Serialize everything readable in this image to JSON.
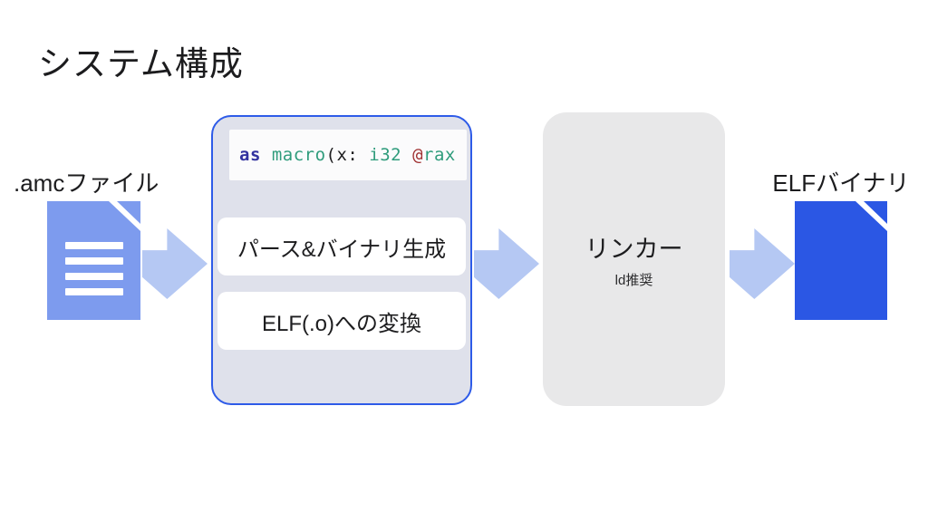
{
  "title": "システム構成",
  "input": {
    "label": ".amcファイル"
  },
  "assembler": {
    "code": {
      "keyword": "as",
      "function": " macro",
      "punctuation": "(x: ",
      "type": "i32 ",
      "at": "@",
      "register": "rax"
    },
    "steps": [
      "パース&バイナリ生成",
      "ELF(.o)への変換"
    ]
  },
  "linker": {
    "label": "リンカー",
    "sublabel": "ld推奨"
  },
  "output": {
    "label": "ELFバイナリ"
  },
  "icons": {
    "input": "document-with-lines-icon",
    "output": "document-icon",
    "flow": "right-arrow-icon"
  },
  "colors": {
    "background": "#ffffff",
    "text": "#1d1d1f",
    "assembler_border": "#2e5be8",
    "assembler_fill": "#dfe1eb",
    "step_fill": "#ffffff",
    "code_box_fill": "#fbfbfc",
    "arrow": "#b5c8f3",
    "input_icon": "#7d9bee",
    "output_icon": "#2b57e4",
    "linker_fill": "#e8e8e9",
    "code_keyword": "#32329f",
    "code_function": "#2f9c7c",
    "code_type": "#2f9c7c",
    "code_at": "#a03232",
    "code_register": "#2f9c7c"
  }
}
